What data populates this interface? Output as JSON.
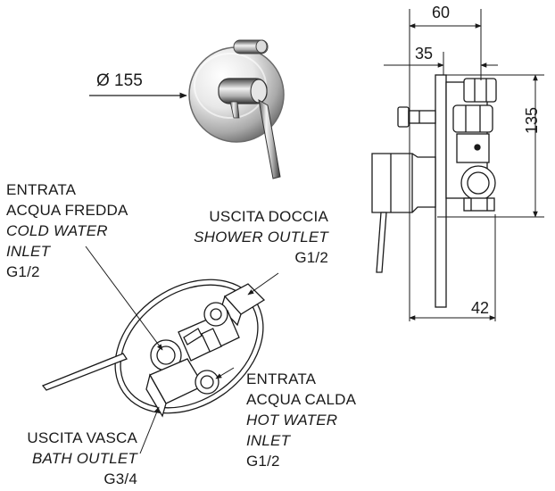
{
  "dimensions": {
    "diameter": "Ø 155",
    "width_total": "60",
    "width_body": "35",
    "height": "135",
    "depth": "42"
  },
  "labels": {
    "cold_inlet": {
      "line1": "ENTRATA",
      "line2": "ACQUA FREDDA",
      "line3": "COLD WATER",
      "line4": "INLET",
      "size": "G1/2"
    },
    "shower_outlet": {
      "line1": "USCITA DOCCIA",
      "line2": "SHOWER OUTLET",
      "size": "G1/2"
    },
    "hot_inlet": {
      "line1": "ENTRATA",
      "line2": "ACQUA CALDA",
      "line3": "HOT WATER",
      "line4": "INLET",
      "size": "G1/2"
    },
    "bath_outlet": {
      "line1": "USCITA VASCA",
      "line2": "BATH OUTLET",
      "size": "G3/4"
    }
  }
}
